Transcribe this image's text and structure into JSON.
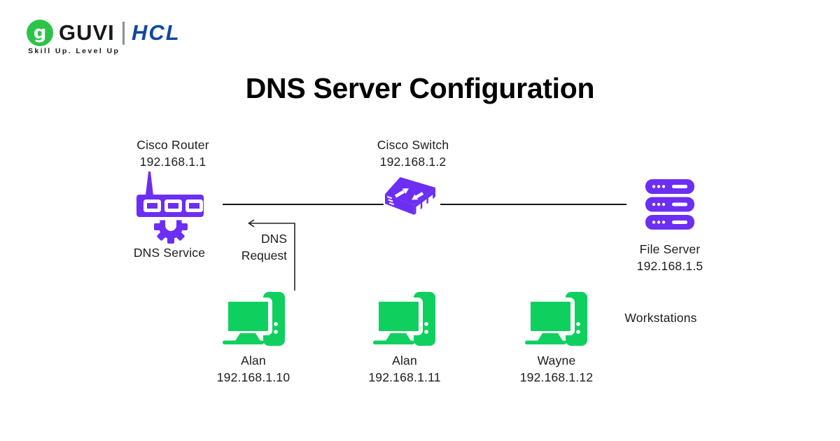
{
  "header": {
    "guvi_text": "GUVI",
    "guvi_glyph": "g",
    "tagline": "Skill Up. Level Up",
    "hcl_text": "HCL"
  },
  "title": "DNS Server Configuration",
  "colors": {
    "device_purple": "#6C2EF2",
    "workstation_green": "#0FD05E",
    "guvi_green": "#2BC348",
    "hcl_blue": "#10489F",
    "line_black": "#161616"
  },
  "nodes": {
    "router": {
      "label": "Cisco Router",
      "ip": "192.168.1.1",
      "service_label": "DNS Service"
    },
    "switch": {
      "label": "Cisco Switch",
      "ip": "192.168.1.2"
    },
    "file_server": {
      "label": "File Server",
      "ip": "192.168.1.5"
    },
    "workstations": [
      {
        "label": "Alan",
        "ip": "192.168.1.10"
      },
      {
        "label": "Alan",
        "ip": "192.168.1.11"
      },
      {
        "label": "Wayne",
        "ip": "192.168.1.12"
      }
    ],
    "workstations_group_label": "Workstations"
  },
  "annotations": {
    "dns_request_line1": "DNS",
    "dns_request_line2": "Request"
  }
}
